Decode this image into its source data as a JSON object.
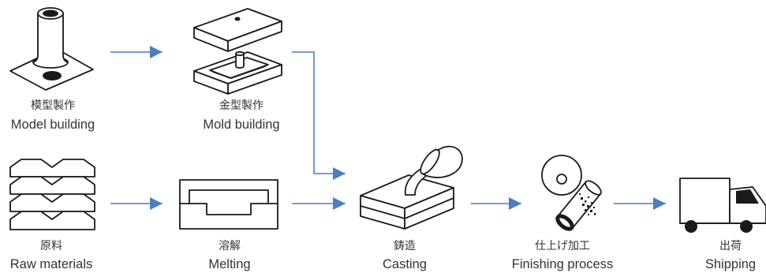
{
  "diagram": {
    "arrow_color": "#4a7fc1",
    "icon_color": "#1a1a1a",
    "text_color": "#333333",
    "steps": {
      "model": {
        "ja": "模型製作",
        "en": "Model building",
        "icon": "pipe-pattern-icon"
      },
      "mold": {
        "ja": "金型製作",
        "en": "Mold building",
        "icon": "mold-icon"
      },
      "raw": {
        "ja": "原料",
        "en": "Raw materials",
        "icon": "ingot-stack-icon"
      },
      "melting": {
        "ja": "溶解",
        "en": "Melting",
        "icon": "furnace-icon"
      },
      "casting": {
        "ja": "鋳造",
        "en": "Casting",
        "icon": "ladle-pouring-icon"
      },
      "finishing": {
        "ja": "仕上げ加工",
        "en": "Finishing process",
        "icon": "grinding-wheel-icon"
      },
      "shipping": {
        "ja": "出荷",
        "en": "Shipping",
        "icon": "truck-icon"
      }
    }
  }
}
